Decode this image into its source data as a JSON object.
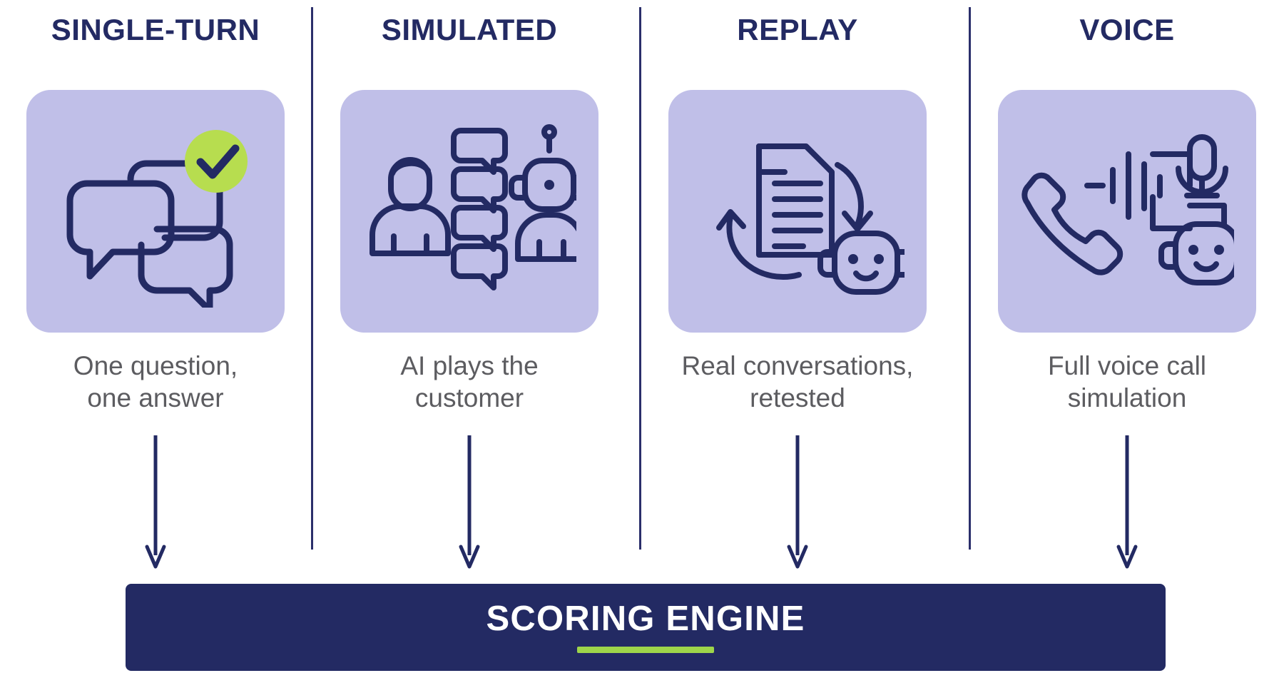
{
  "diagram": {
    "type": "flow-diagram",
    "title": "AI Testing Modes feeding a Scoring Engine",
    "background": "#ffffff",
    "colors": {
      "navy": "#232a63",
      "card_purple": "#c0bfe8",
      "accent_green": "#9ed54a",
      "caption_gray": "#5c5c60",
      "white": "#ffffff"
    }
  },
  "columns": [
    {
      "title": "SINGLE-TURN",
      "caption": "One question,\none answer",
      "icon_name": "two-speech-bubbles-with-check-icon",
      "badge": "green-check-badge"
    },
    {
      "title": "SIMULATED",
      "caption": "AI plays the\ncustomer",
      "icon_name": "person-chat-stack-robot-icon",
      "badge": ""
    },
    {
      "title": "REPLAY",
      "caption": "Real conversations,\nretested",
      "icon_name": "document-replay-arrows-robot-icon",
      "badge": ""
    },
    {
      "title": "VOICE",
      "caption": "Full voice call\nsimulation",
      "icon_name": "phone-soundwave-microphone-robot-icon",
      "badge": ""
    }
  ],
  "scoring": {
    "label": "SCORING ENGINE",
    "accent_color": "#9ed54a"
  }
}
